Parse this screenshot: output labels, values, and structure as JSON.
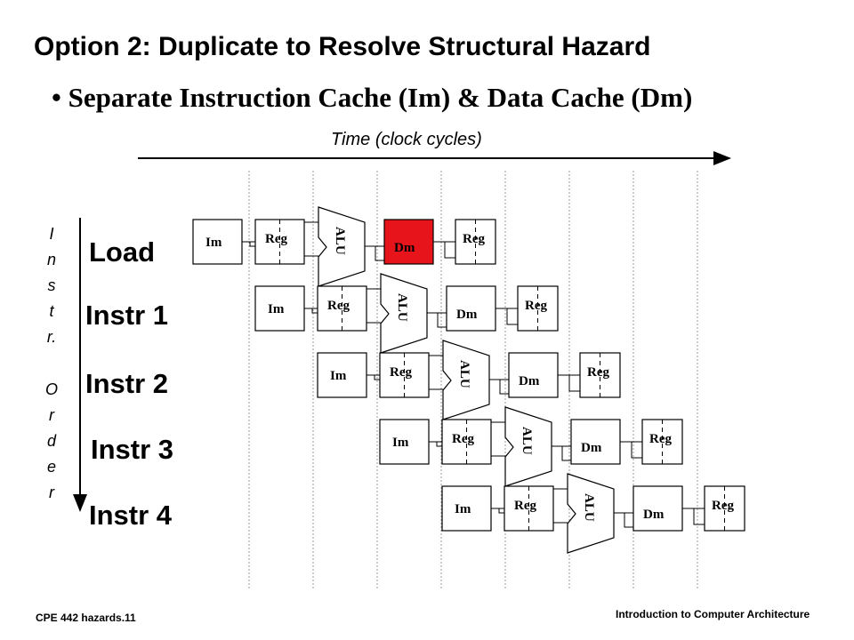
{
  "title": "Option 2: Duplicate to Resolve Structural Hazard",
  "bullet": "• Separate Instruction Cache (Im) & Data Cache (Dm)",
  "time_label": "Time (clock cycles)",
  "order_label_letters": [
    "I",
    "n",
    "s",
    "t",
    "r.",
    "O",
    "r",
    "d",
    "e",
    "r"
  ],
  "instructions": [
    "Load",
    "Instr 1",
    "Instr 2",
    "Instr 3",
    "Instr 4"
  ],
  "stage_labels": {
    "im": "Im",
    "reg": "Reg",
    "alu": "ALU",
    "dm": "Dm"
  },
  "colors": {
    "highlight_dm": "#e8141c",
    "line": "#000000",
    "grid": "#9a9a9a"
  },
  "footer_left": "CPE 442  hazards.11",
  "footer_right": "Introduction to Computer Architecture"
}
